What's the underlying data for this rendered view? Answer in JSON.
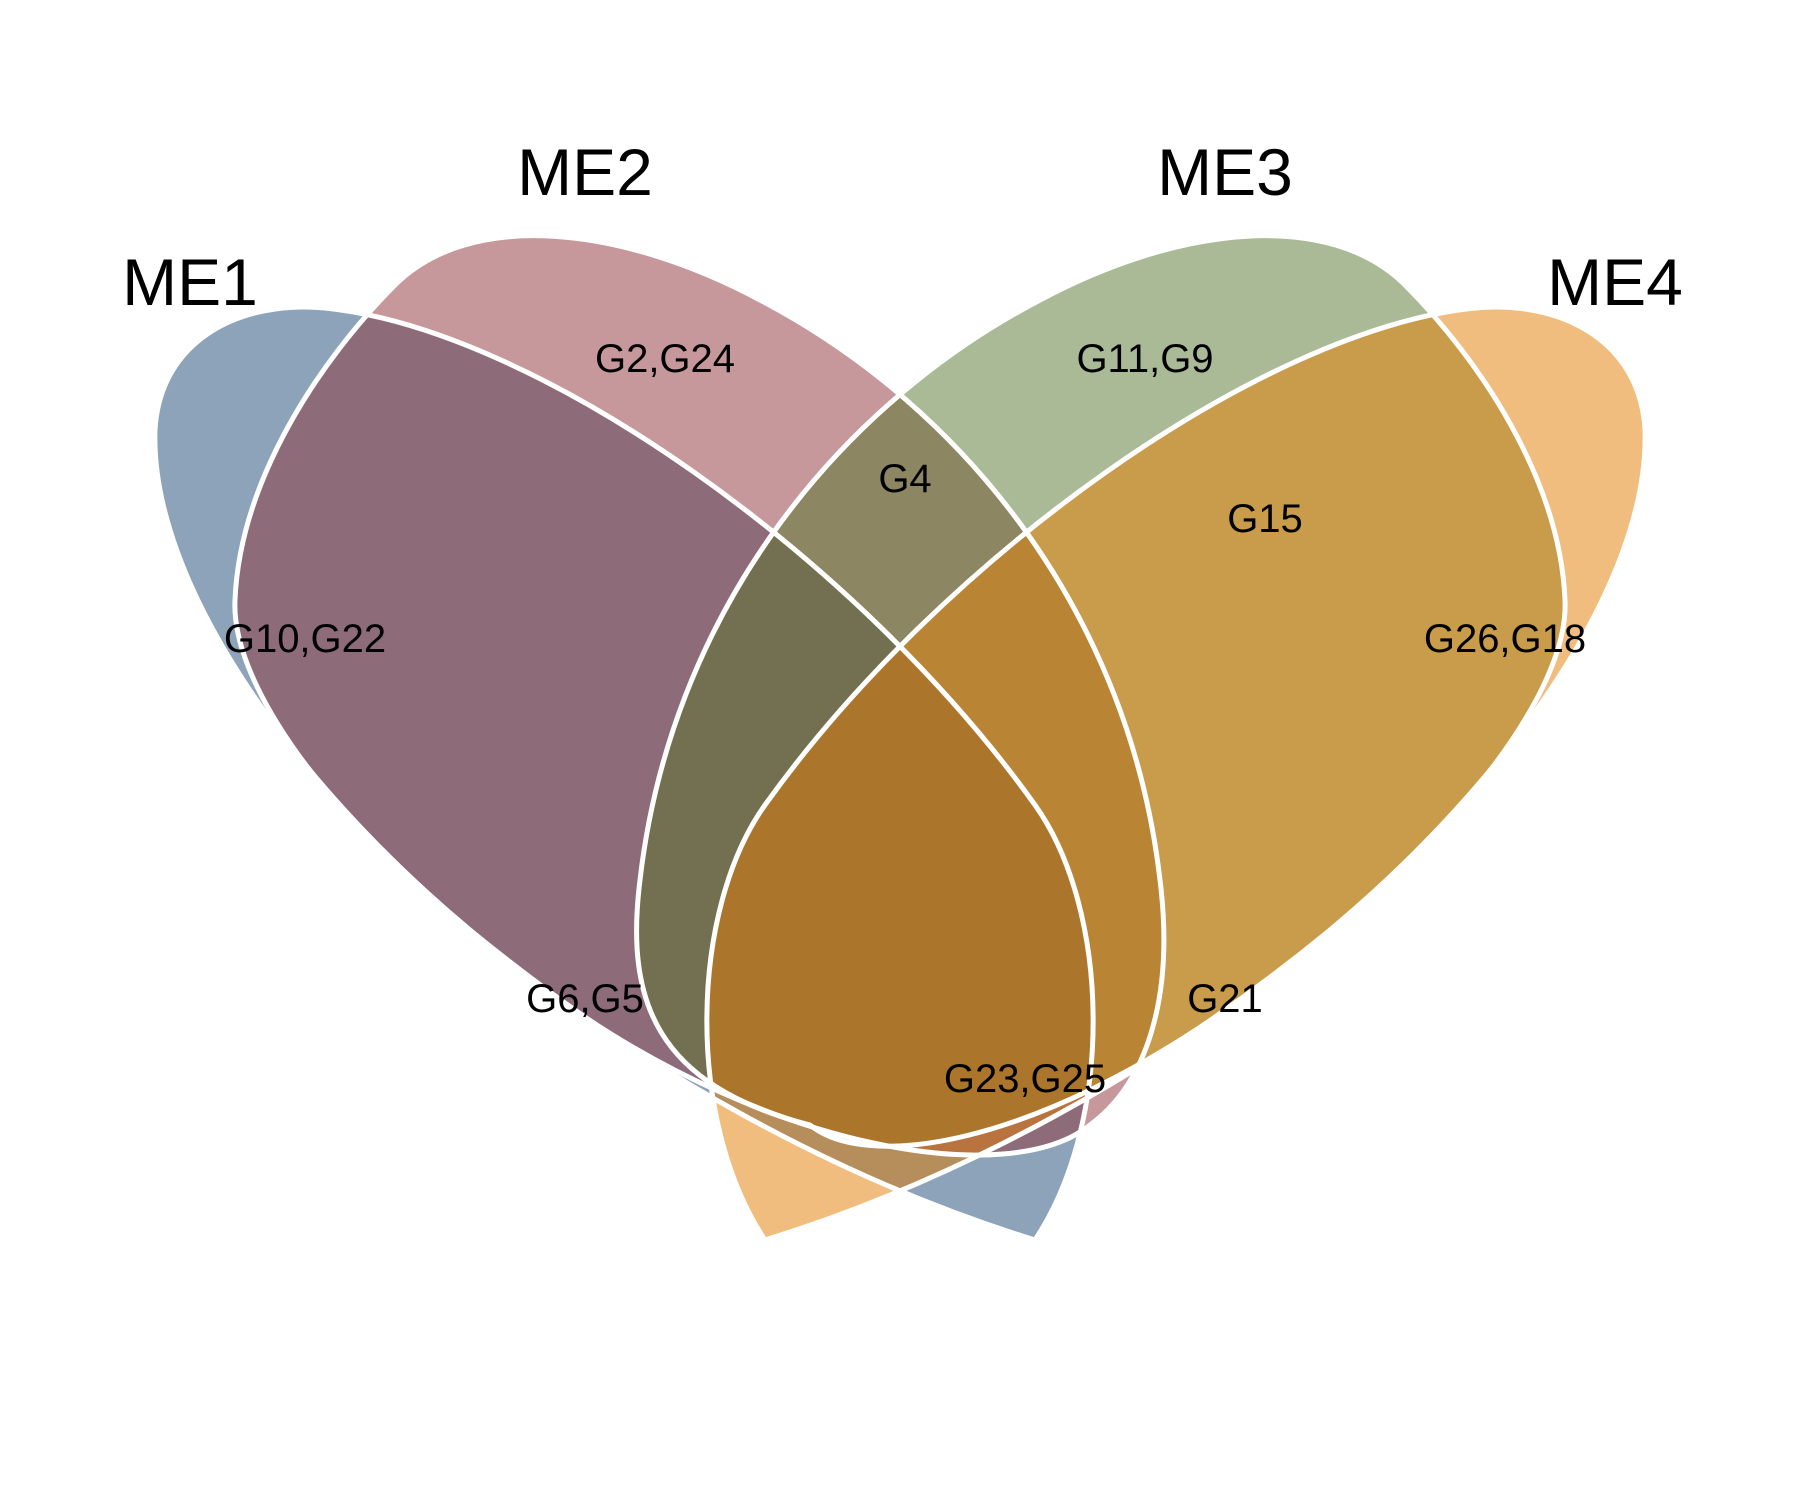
{
  "diagram": {
    "type": "venn",
    "sets": [
      {
        "id": "ME1",
        "label": "ME1",
        "color": "#8ca3b9"
      },
      {
        "id": "ME2",
        "label": "ME2",
        "color": "#c6989b"
      },
      {
        "id": "ME3",
        "label": "ME3",
        "color": "#aaba96"
      },
      {
        "id": "ME4",
        "label": "ME4",
        "color": "#f1bd7e"
      }
    ],
    "region_colors": {
      "me1_me2": "#8d6b78",
      "me2_me3": "#8c8663",
      "me3_me4": "#c89c4a",
      "me1_me3": "#728d73",
      "me2_me4": "#d48a4f",
      "me1_me2_me3": "#727051",
      "me2_me3_me4": "#b98434",
      "me1_me3_me4": "#aa8439",
      "me1_me2_me4": "#b9733e",
      "all_four": "#ab752b",
      "me1_me4": "#b68e5c",
      "outline": "#ffffff"
    },
    "regions": [
      {
        "id": "me1-only",
        "label": "G10,G22"
      },
      {
        "id": "me2-only",
        "label": "G2,G24"
      },
      {
        "id": "me3-only",
        "label": "G11,G9"
      },
      {
        "id": "me4-only",
        "label": "G26,G18"
      },
      {
        "id": "me2-me3",
        "label": "G4"
      },
      {
        "id": "me3-me4",
        "label": "G15"
      },
      {
        "id": "me1-me3",
        "label": "G6,G5"
      },
      {
        "id": "me2-me4",
        "label": "G21"
      },
      {
        "id": "me1-me2-me4",
        "label": "G23,G25"
      }
    ]
  }
}
